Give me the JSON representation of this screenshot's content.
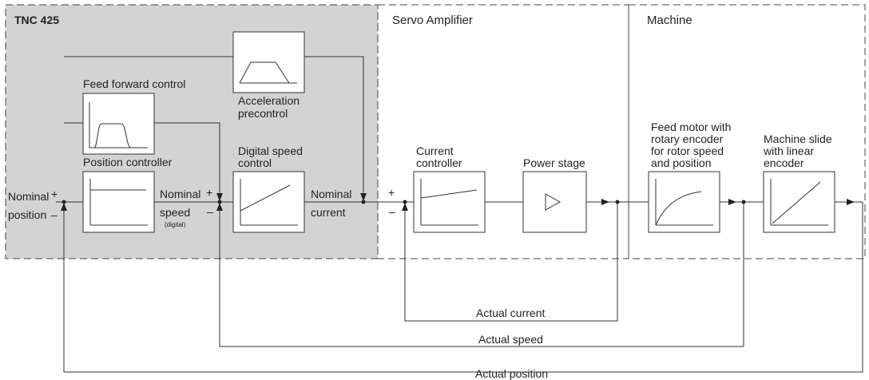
{
  "sections": {
    "tnc": "TNC 425",
    "servo": "Servo Amplifier",
    "machine": "Machine"
  },
  "blocks": {
    "feed_forward": "Feed forward control",
    "acceleration": [
      "Acceleration",
      "precontrol"
    ],
    "position_controller": "Position controller",
    "digital_speed": [
      "Digital speed",
      "control"
    ],
    "current_controller": [
      "Current",
      "controller"
    ],
    "power_stage": "Power stage",
    "feed_motor": [
      "Feed motor with",
      "rotary encoder",
      "for rotor speed",
      "and position"
    ],
    "machine_slide": [
      "Machine slide",
      "with linear",
      "encoder"
    ]
  },
  "signals": {
    "nominal_position": [
      "Nominal",
      "position"
    ],
    "nominal_speed": [
      "Nominal",
      "speed"
    ],
    "digital_note": "(digital)",
    "nominal_current": [
      "Nominal",
      "current"
    ],
    "actual_current": "Actual current",
    "actual_speed": "Actual speed",
    "actual_position": "Actual position",
    "plus": "+",
    "minus": "–"
  },
  "colors": {
    "tnc_fill": "#d3d3d3",
    "line": "#333333"
  }
}
